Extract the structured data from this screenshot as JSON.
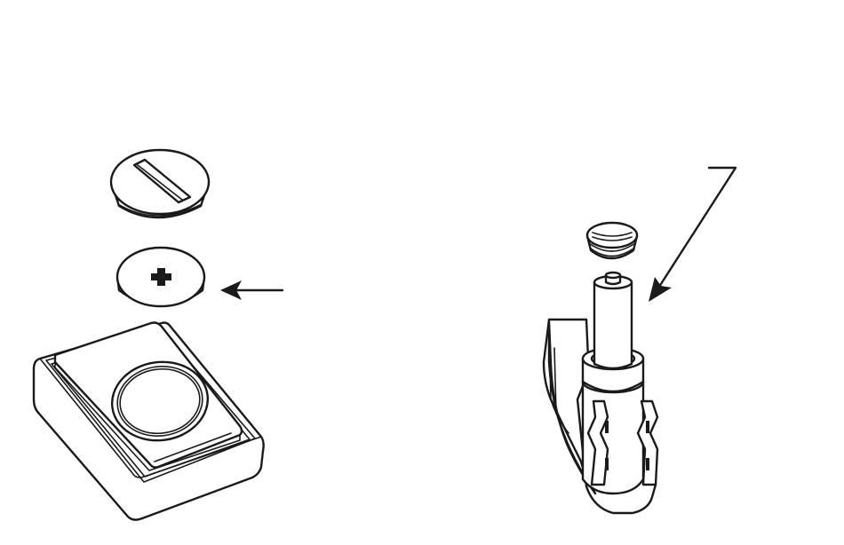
{
  "figure": {
    "panels": [
      {
        "id": "left-panel",
        "parts": [
          "screw-cap",
          "coin-cell-battery",
          "transmitter-housing"
        ],
        "arrow_target": "coin-cell-battery"
      },
      {
        "id": "right-panel",
        "parts": [
          "screw-cap",
          "cylindrical-battery",
          "mounting-clip-housing"
        ],
        "arrow_target": "cylindrical-battery"
      }
    ],
    "colors": {
      "ink": "#1a1a1a",
      "background": "#ffffff"
    },
    "icons": [
      "plus-icon",
      "arrow-left-icon",
      "arrow-diagonal-icon"
    ]
  }
}
